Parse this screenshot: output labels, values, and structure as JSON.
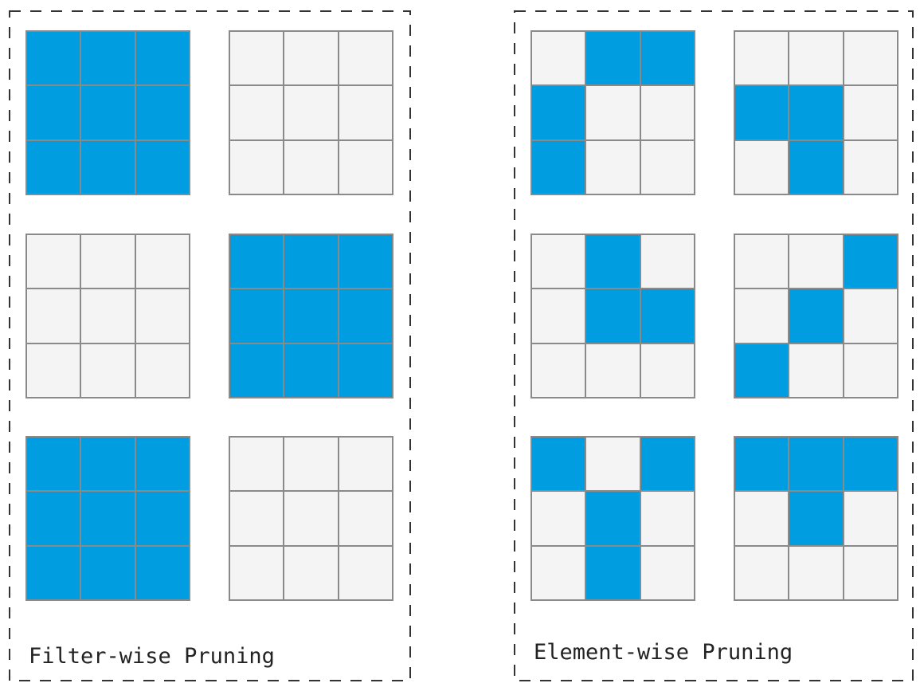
{
  "colors": {
    "active": "#009ee0",
    "inactive": "#f4f4f4",
    "gridline": "#8a8a8a",
    "dash": "#333333"
  },
  "panels": [
    {
      "id": "filter",
      "label": "Filter-wise Pruning",
      "kernels": [
        [
          [
            1,
            1,
            1
          ],
          [
            1,
            1,
            1
          ],
          [
            1,
            1,
            1
          ]
        ],
        [
          [
            0,
            0,
            0
          ],
          [
            0,
            0,
            0
          ],
          [
            0,
            0,
            0
          ]
        ],
        [
          [
            0,
            0,
            0
          ],
          [
            0,
            0,
            0
          ],
          [
            0,
            0,
            0
          ]
        ],
        [
          [
            1,
            1,
            1
          ],
          [
            1,
            1,
            1
          ],
          [
            1,
            1,
            1
          ]
        ],
        [
          [
            1,
            1,
            1
          ],
          [
            1,
            1,
            1
          ],
          [
            1,
            1,
            1
          ]
        ],
        [
          [
            0,
            0,
            0
          ],
          [
            0,
            0,
            0
          ],
          [
            0,
            0,
            0
          ]
        ]
      ]
    },
    {
      "id": "element",
      "label": "Element-wise Pruning",
      "kernels": [
        [
          [
            0,
            1,
            1
          ],
          [
            1,
            0,
            0
          ],
          [
            1,
            0,
            0
          ]
        ],
        [
          [
            0,
            0,
            0
          ],
          [
            1,
            1,
            0
          ],
          [
            0,
            1,
            0
          ]
        ],
        [
          [
            0,
            1,
            0
          ],
          [
            0,
            1,
            1
          ],
          [
            0,
            0,
            0
          ]
        ],
        [
          [
            0,
            0,
            1
          ],
          [
            0,
            1,
            0
          ],
          [
            1,
            0,
            0
          ]
        ],
        [
          [
            1,
            0,
            1
          ],
          [
            0,
            1,
            0
          ],
          [
            0,
            1,
            0
          ]
        ],
        [
          [
            1,
            1,
            1
          ],
          [
            0,
            1,
            0
          ],
          [
            0,
            0,
            0
          ]
        ]
      ]
    }
  ]
}
